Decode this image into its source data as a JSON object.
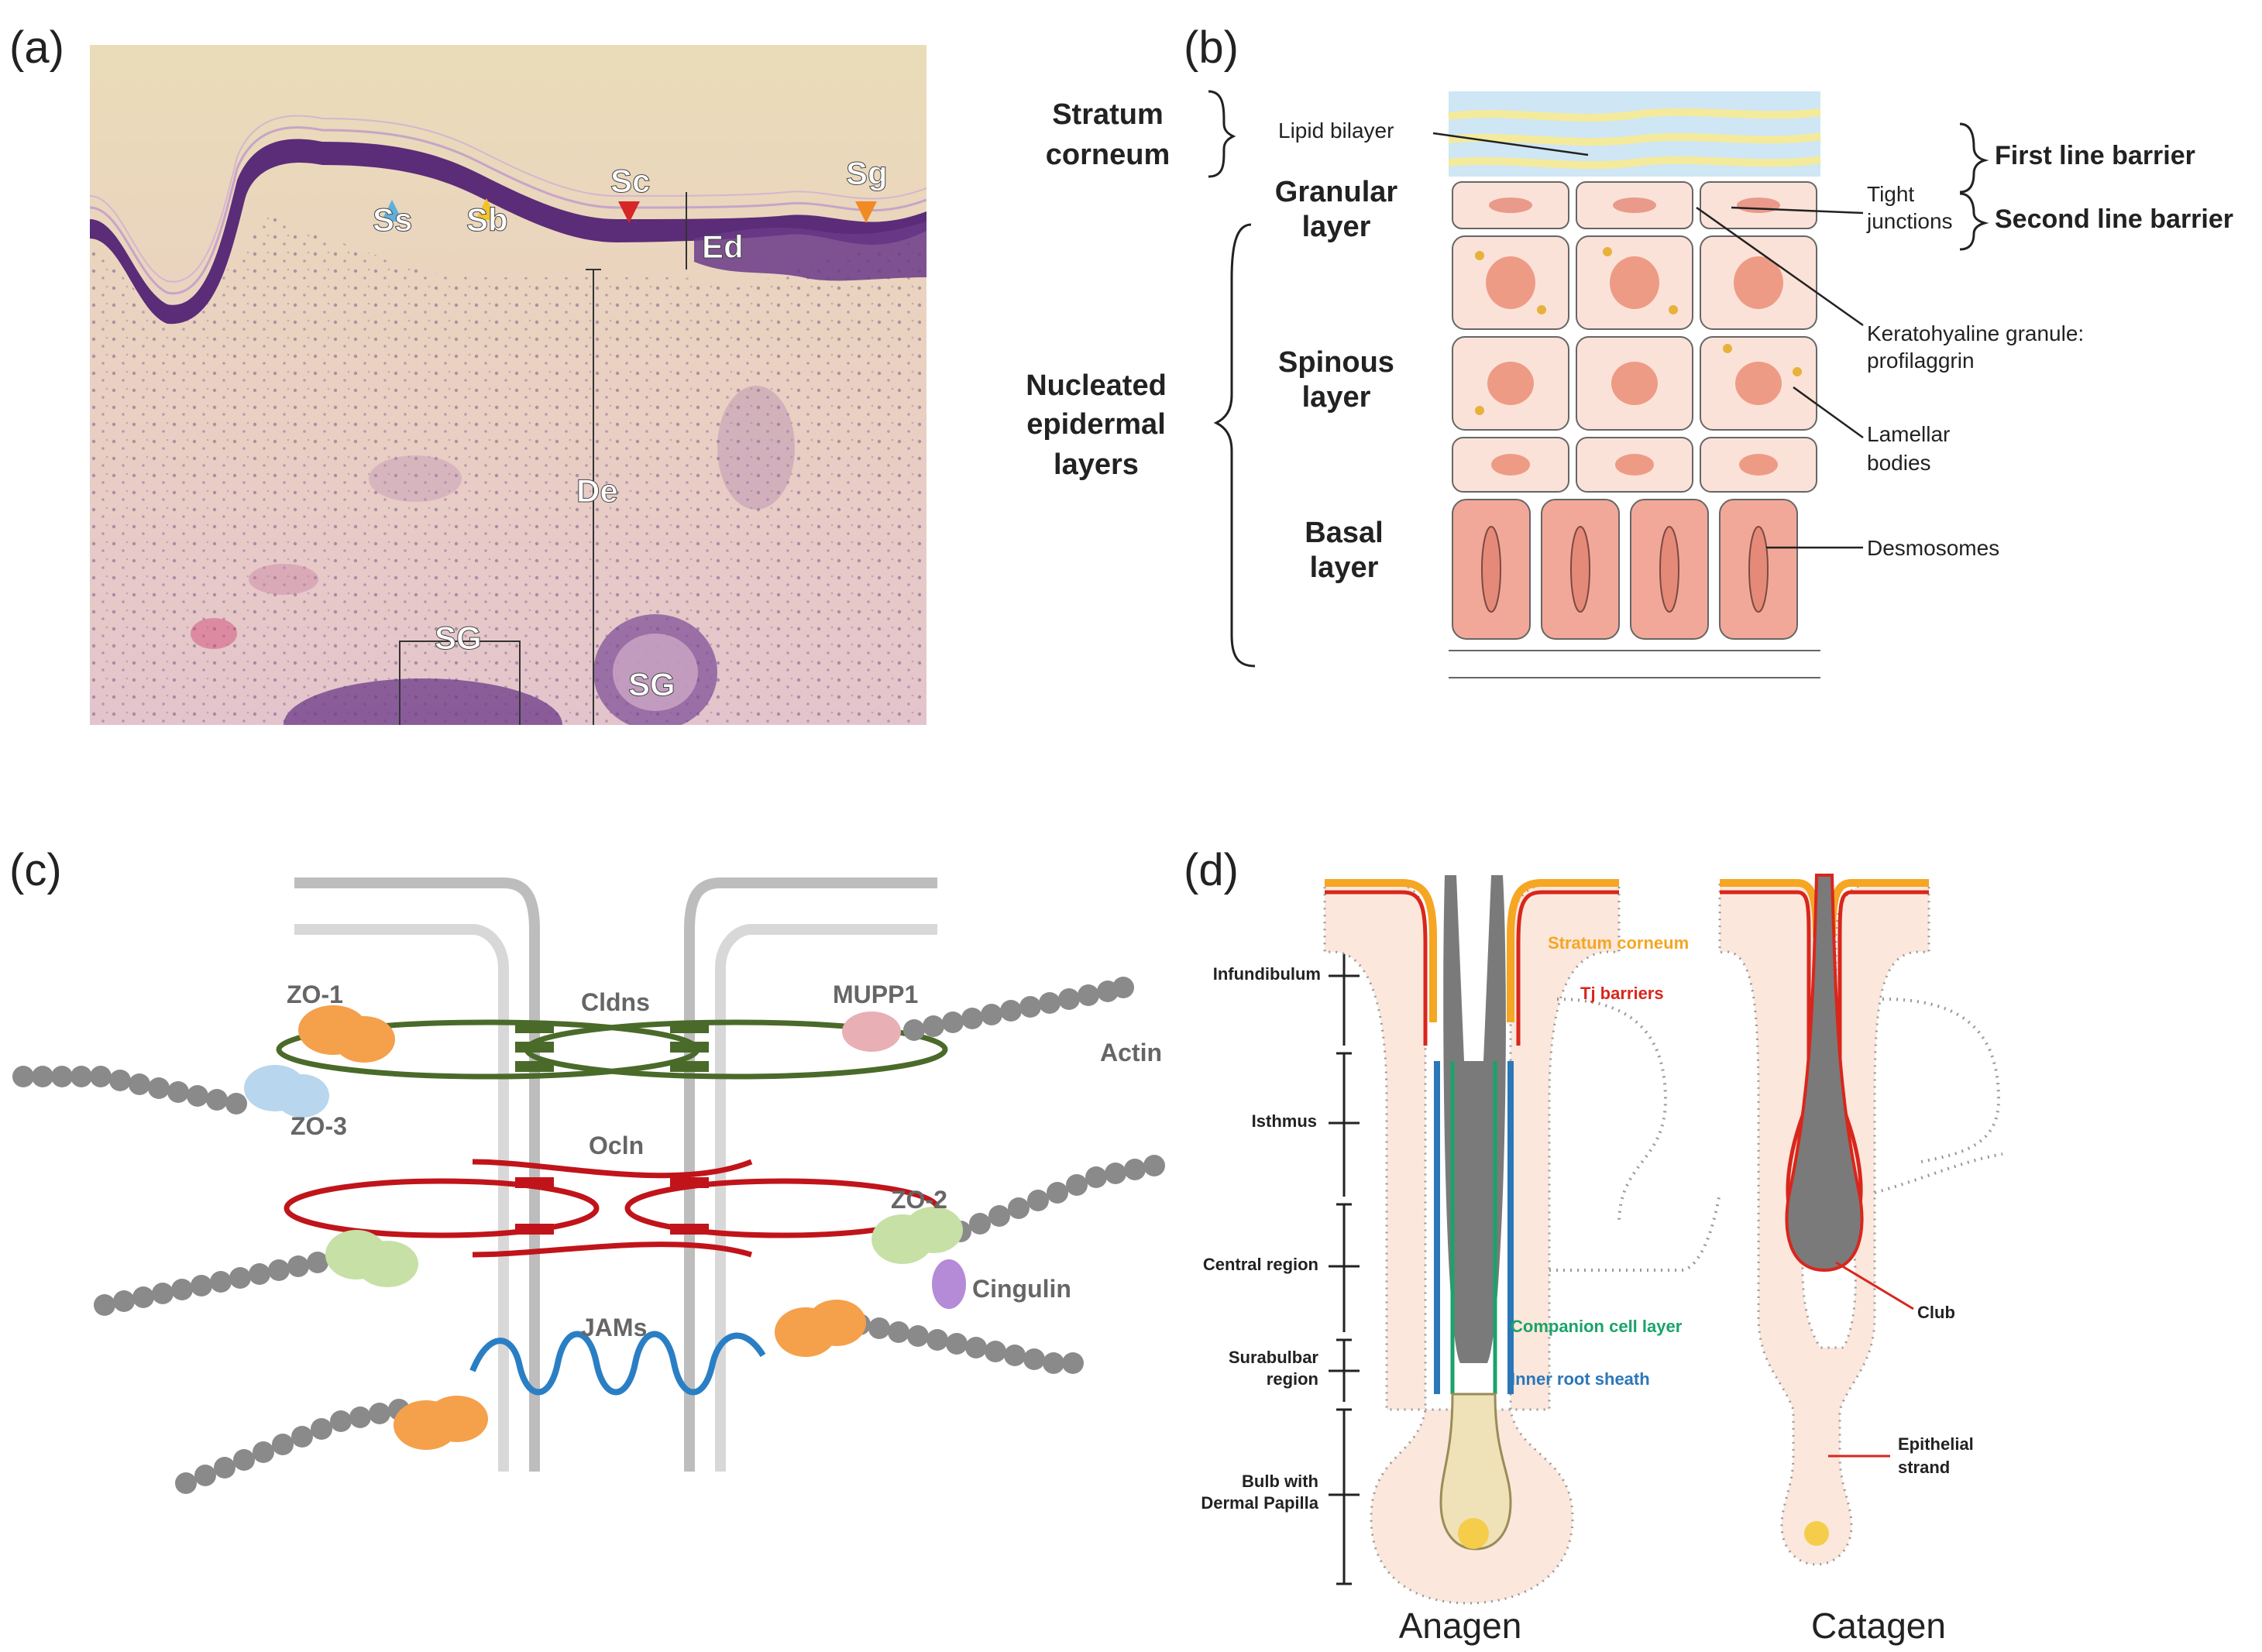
{
  "panels": {
    "a": {
      "label": "(a)",
      "markers": {
        "ss": "Ss",
        "sb": "Sb",
        "sc": "Sc",
        "sg_small": "Sg",
        "ed": "Ed",
        "de": "De",
        "sg_gland_1": "SG",
        "sg_gland_2": "SG"
      },
      "colors": {
        "ss_arrow": "#5fb0d8",
        "sb_arrow": "#f2c22a",
        "sc_arrow": "#d62626",
        "sg_arrow": "#f08a24"
      }
    },
    "b": {
      "label": "(b)",
      "left_labels": {
        "stratum_corneum_1": "Stratum",
        "stratum_corneum_2": "corneum",
        "granular_1": "Granular",
        "granular_2": "layer",
        "nucleated_1": "Nucleated",
        "nucleated_2": "epidermal",
        "nucleated_3": "layers",
        "spinous_1": "Spinous",
        "spinous_2": "layer",
        "basal_1": "Basal",
        "basal_2": "layer"
      },
      "annotations": {
        "lipid": "Lipid bilayer",
        "tight_1": "Tight",
        "tight_2": "junctions",
        "kerato_1": "Keratohyaline granule:",
        "kerato_2": "profilaggrin",
        "lamellar_1": "Lamellar",
        "lamellar_2": "bodies",
        "desmosomes": "Desmosomes"
      },
      "barriers": {
        "first": "First line barrier",
        "second": "Second line barrier"
      }
    },
    "c": {
      "label": "(c)",
      "proteins": {
        "zo1": "ZO-1",
        "zo3": "ZO-3",
        "cldns": "Cldns",
        "mupp1": "MUPP1",
        "actin": "Actin",
        "ocln": "Ocln",
        "zo2": "ZO-2",
        "cingulin": "Cingulin",
        "jams": "JAMs"
      },
      "colors": {
        "claudin": "#4a6a2a",
        "occludin": "#c0141a",
        "jam": "#2a7fc4",
        "zo": "#f5a04a",
        "zo_green": "#c6e0a6",
        "zo3": "#b8d6ee",
        "mupp1": "#e8b0b4",
        "cingulin": "#b58ad6",
        "actin": "#8a8a8a"
      }
    },
    "d": {
      "label": "(d)",
      "regions": {
        "infundibulum": "Infundibulum",
        "isthmus": "Isthmus",
        "central": "Central region",
        "surabulbar_1": "Surabulbar",
        "surabulbar_2": "region",
        "bulb_1": "Bulb with",
        "bulb_2": "Dermal Papilla"
      },
      "legend": {
        "stratum": "Stratum corneum",
        "tj": "Tj barriers",
        "companion": "Companion cell layer",
        "irs": "Inner root sheath"
      },
      "catagen_labels": {
        "club": "Club",
        "epi_1": "Epithelial",
        "epi_2": "strand"
      },
      "titles": {
        "anagen": "Anagen",
        "catagen": "Catagen"
      },
      "colors": {
        "stratum": "#f5a623",
        "tj": "#d9261c",
        "companion": "#1aa36a",
        "irs": "#2b77b8"
      }
    }
  }
}
